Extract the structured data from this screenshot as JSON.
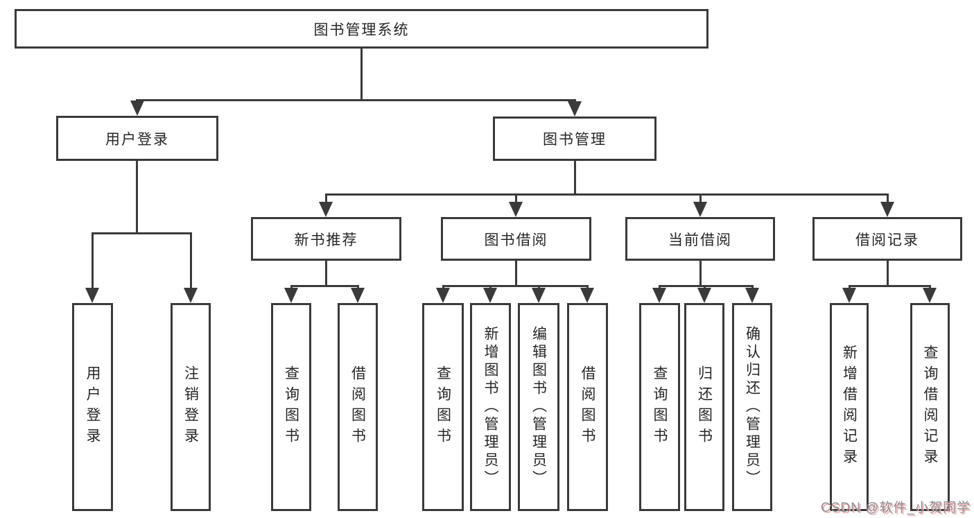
{
  "tree": {
    "root": {
      "label": "图书管理系统",
      "children": [
        {
          "label": "用户登录",
          "children": [
            {
              "label": "用户登录"
            },
            {
              "label": "注销登录"
            }
          ]
        },
        {
          "label": "图书管理",
          "children": [
            {
              "label": "新书推荐",
              "children": [
                {
                  "label": "查询图书"
                },
                {
                  "label": "借阅图书"
                }
              ]
            },
            {
              "label": "图书借阅",
              "children": [
                {
                  "label": "查询图书"
                },
                {
                  "label": "新增图书（管理员）"
                },
                {
                  "label": "编辑图书（管理员）"
                },
                {
                  "label": "借阅图书"
                }
              ]
            },
            {
              "label": "当前借阅",
              "children": [
                {
                  "label": "查询图书"
                },
                {
                  "label": "归还图书"
                },
                {
                  "label": "确认归还（管理员）"
                }
              ]
            },
            {
              "label": "借阅记录",
              "children": [
                {
                  "label": "新增借阅记录"
                },
                {
                  "label": "查询借阅记录"
                }
              ]
            }
          ]
        }
      ]
    }
  },
  "watermark": {
    "text": "CSDN @软件_小贺同学"
  },
  "colors": {
    "line": "#3a3a3a",
    "box_border": "#3a3a3a",
    "box_fill": "#ffffff",
    "text": "#262626",
    "background": "#ffffff",
    "watermark_text": "#8f8f94",
    "watermark_shadow": "#f0aaaa"
  }
}
